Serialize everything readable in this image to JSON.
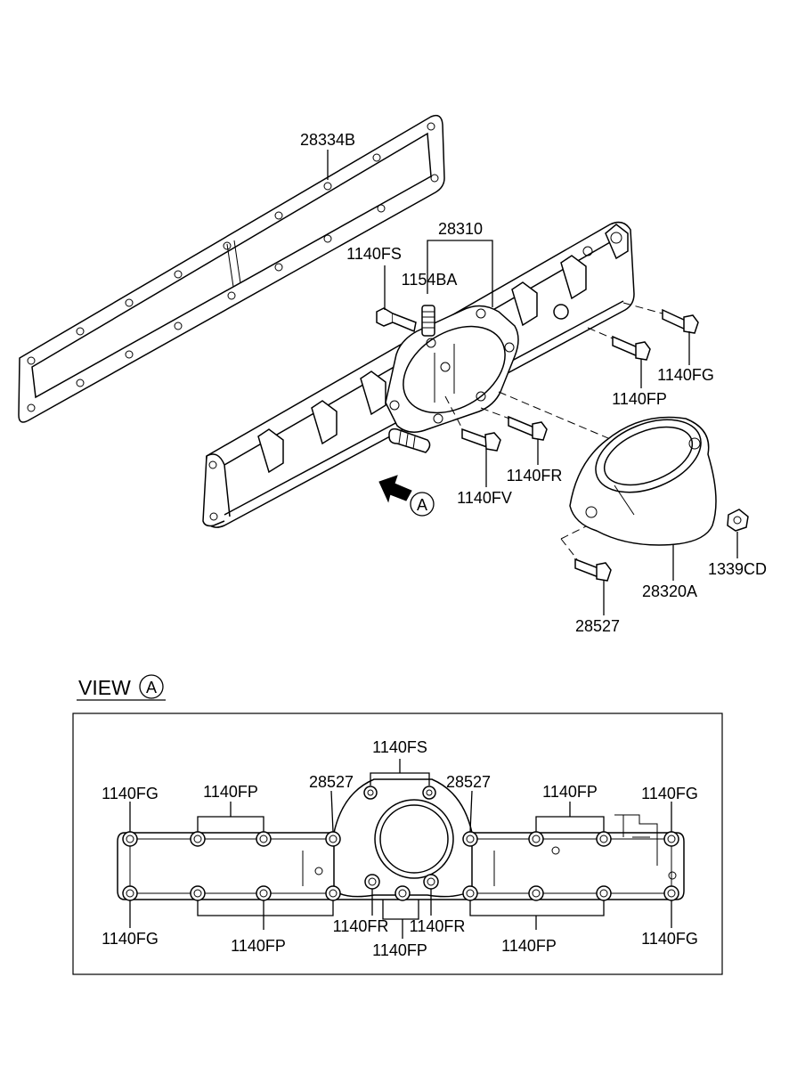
{
  "main_diagram": {
    "labels": {
      "gasket": "28334B",
      "manifold": "28310",
      "bolt_fs": "1140FS",
      "stud": "1154BA",
      "bolt_fg": "1140FG",
      "bolt_fp": "1140FP",
      "bolt_fr": "1140FR",
      "bolt_fv": "1140FV",
      "elbow": "28320A",
      "nut": "1339CD",
      "bolt_elbow": "28527"
    },
    "view_marker": "A"
  },
  "view_a": {
    "title": "VIEW",
    "marker": "A",
    "labels": {
      "top_fs": "1140FS",
      "top_left_fg": "1140FG",
      "top_left_fp": "1140FP",
      "top_left_28527": "28527",
      "top_right_28527": "28527",
      "top_right_fp": "1140FP",
      "top_right_fg": "1140FG",
      "bottom_left_fg": "1140FG",
      "bottom_left_fp": "1140FP",
      "bottom_left_fr": "1140FR",
      "bottom_center_fp": "1140FP",
      "bottom_right_fr": "1140FR",
      "bottom_right_fp": "1140FP",
      "bottom_right_fg": "1140FG"
    }
  }
}
